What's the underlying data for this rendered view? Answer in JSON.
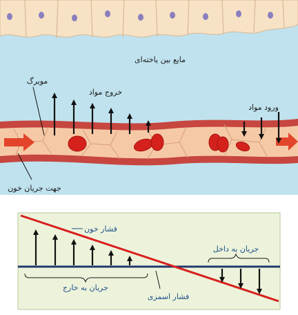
{
  "top": {
    "labels": {
      "interstitial_fluid": "مایع بین یاخته‌ای",
      "capillary": "مویرگ",
      "outflow": "خروج مواد",
      "inflow": "ورود مواد",
      "blood_direction": "جهت جریان خون"
    },
    "colors": {
      "cells": "#f7e2c6",
      "nucleus": "#8a7fbd",
      "fluid": "#bfe2ee",
      "vessel_wall": "#c7463f",
      "vessel_inner": "#f6c9a6",
      "rbc": "#d4211c",
      "arrow": "#111111",
      "flow_arrow": "#e2452b"
    }
  },
  "bottom": {
    "labels": {
      "blood_pressure": "فشار خون",
      "osmotic_pressure": "فشار اسمزی",
      "outward_flow": "جریان به خارج",
      "inward_flow": "جریان به داخل"
    },
    "colors": {
      "background": "#ecf3da",
      "blood_pressure_line": "#d81f1f",
      "osmotic_line": "#23396e",
      "label_text": "#1f4f8a"
    }
  }
}
